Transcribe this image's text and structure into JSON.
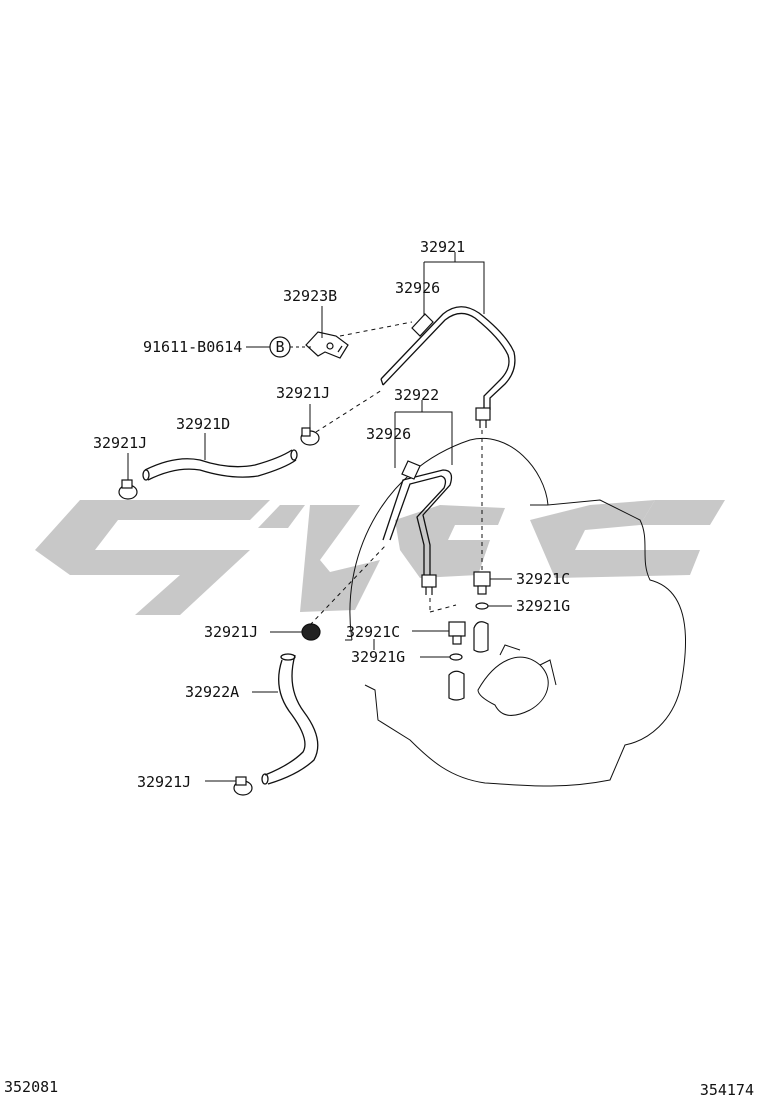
{
  "parts": {
    "p32921": "32921",
    "p32926a": "32926",
    "p32923B": "32923B",
    "bolt": "91611-B0614",
    "bubble": "B",
    "p32921J_a": "32921J",
    "p32922": "32922",
    "p32921D": "32921D",
    "p32921J_b": "32921J",
    "p32926b": "32926",
    "p32921C_a": "32921C",
    "p32921G_a": "32921G",
    "p32921J_c": "32921J",
    "p32921C_b": "32921C",
    "p32921G_b": "32921G",
    "p32922A": "32922A",
    "p32921J_d": "32921J"
  },
  "footer": {
    "left_code": "352081",
    "right_code": "354174"
  },
  "colors": {
    "ink": "#111111",
    "watermark": "#c8c8c8"
  }
}
